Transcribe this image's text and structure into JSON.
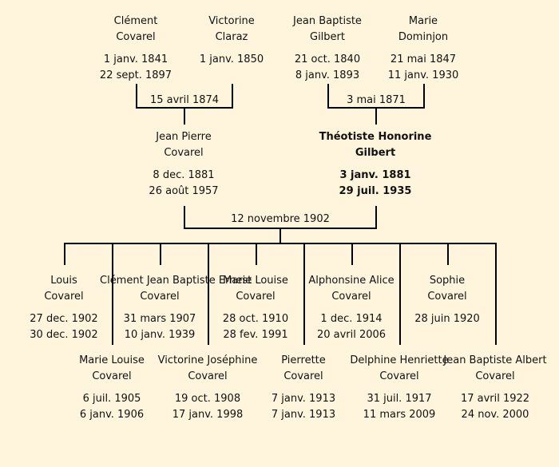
{
  "grandparents": [
    {
      "first": "Clément",
      "last": "Covarel",
      "birth": "1 janv. 1841",
      "death": "22 sept. 1897"
    },
    {
      "first": "Victorine",
      "last": "Claraz",
      "birth": "1 janv. 1850",
      "death": ""
    },
    {
      "first": "Jean Baptiste",
      "last": "Gilbert",
      "birth": "21 oct. 1840",
      "death": "8 janv. 1893"
    },
    {
      "first": "Marie",
      "last": "Dominjon",
      "birth": "21 mai 1847",
      "death": "11 janv. 1930"
    }
  ],
  "marriages": {
    "paternal": "15 avril 1874",
    "maternal": "3 mai 1871",
    "parents": "12 novembre 1902"
  },
  "parents": [
    {
      "first": "Jean Pierre",
      "last": "Covarel",
      "birth": "8 dec. 1881",
      "death": "26 août 1957"
    },
    {
      "first": "Théotiste Honorine",
      "last": "Gilbert",
      "birth": "3 janv. 1881",
      "death": "29 juil. 1935"
    }
  ],
  "children": [
    {
      "first": "Louis",
      "last": "Covarel",
      "birth": "27 dec. 1902",
      "death": "30 dec. 1902"
    },
    {
      "first": "Marie Louise",
      "last": "Covarel",
      "birth": "6 juil. 1905",
      "death": "6 janv. 1906"
    },
    {
      "first": "Clément Jean Baptiste Ernest",
      "last": "Covarel",
      "birth": "31 mars 1907",
      "death": "10 janv. 1939"
    },
    {
      "first": "Victorine Joséphine",
      "last": "Covarel",
      "birth": "19 oct. 1908",
      "death": "17 janv. 1998"
    },
    {
      "first": "Marie Louise",
      "last": "Covarel",
      "birth": "28 oct. 1910",
      "death": "28 fev. 1991"
    },
    {
      "first": "Pierrette",
      "last": "Covarel",
      "birth": "7 janv. 1913",
      "death": "7 janv. 1913"
    },
    {
      "first": "Alphonsine Alice",
      "last": "Covarel",
      "birth": "1 dec. 1914",
      "death": "20 avril 2006"
    },
    {
      "first": "Delphine Henriette",
      "last": "Covarel",
      "birth": "31 juil. 1917",
      "death": "11 mars 2009"
    },
    {
      "first": "Sophie",
      "last": "Covarel",
      "birth": "28 juin 1920",
      "death": ""
    },
    {
      "first": "Jean Baptiste Albert",
      "last": "Covarel",
      "birth": "17 avril 1922",
      "death": "24 nov. 2000"
    }
  ]
}
